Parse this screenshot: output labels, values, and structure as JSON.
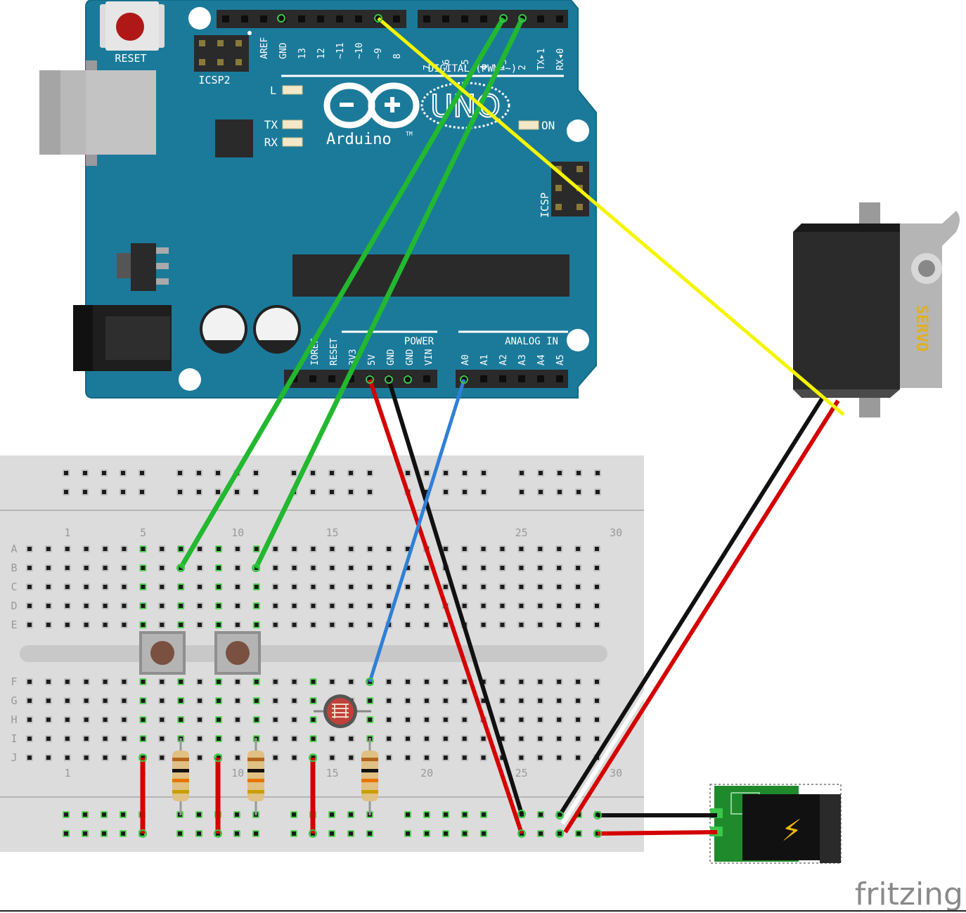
{
  "arduino": {
    "reset_label": "RESET",
    "icsp2_label": "ICSP2",
    "icsp_label": "ICSP",
    "brand": "Arduino",
    "trademark": "TM",
    "model": "UNO",
    "led_l": "L",
    "led_tx": "TX",
    "led_rx": "RX",
    "led_on": "ON",
    "digital_label": "DIGITAL (PWM=~)",
    "power_label": "POWER",
    "analog_label": "ANALOG IN",
    "digital_pins_left": [
      "AREF",
      "GND",
      "13",
      "12",
      "~11",
      "~10",
      "~9",
      "8"
    ],
    "digital_pins_right": [
      "7",
      "~6",
      "~5",
      "4",
      "~3",
      "2",
      "TX▸1",
      "RX◂0"
    ],
    "power_pins": [
      "IOREF",
      "RESET",
      "3V3",
      "5V",
      "GND",
      "GND",
      "VIN"
    ],
    "analog_pins": [
      "A0",
      "A1",
      "A2",
      "A3",
      "A4",
      "A5"
    ],
    "colors": {
      "board": "#1b7a9a",
      "board_edge": "#136985",
      "header": "#2a2a2a"
    }
  },
  "breadboard": {
    "row_letters_top": [
      "A",
      "B",
      "C",
      "D",
      "E"
    ],
    "row_letters_bottom": [
      "F",
      "G",
      "H",
      "I",
      "J"
    ],
    "column_numbers": [
      "1",
      "5",
      "10",
      "15",
      "20",
      "25",
      "30"
    ]
  },
  "servo": {
    "label": "SERVO"
  },
  "power_jack": {
    "symbol": "⚡"
  },
  "watermark": "fritzing",
  "wire_colors": {
    "green": "#22b830",
    "yellow": "#f5f500",
    "red": "#d40000",
    "black": "#111111",
    "blue": "#2f7fd6",
    "white": "#ffffff"
  }
}
